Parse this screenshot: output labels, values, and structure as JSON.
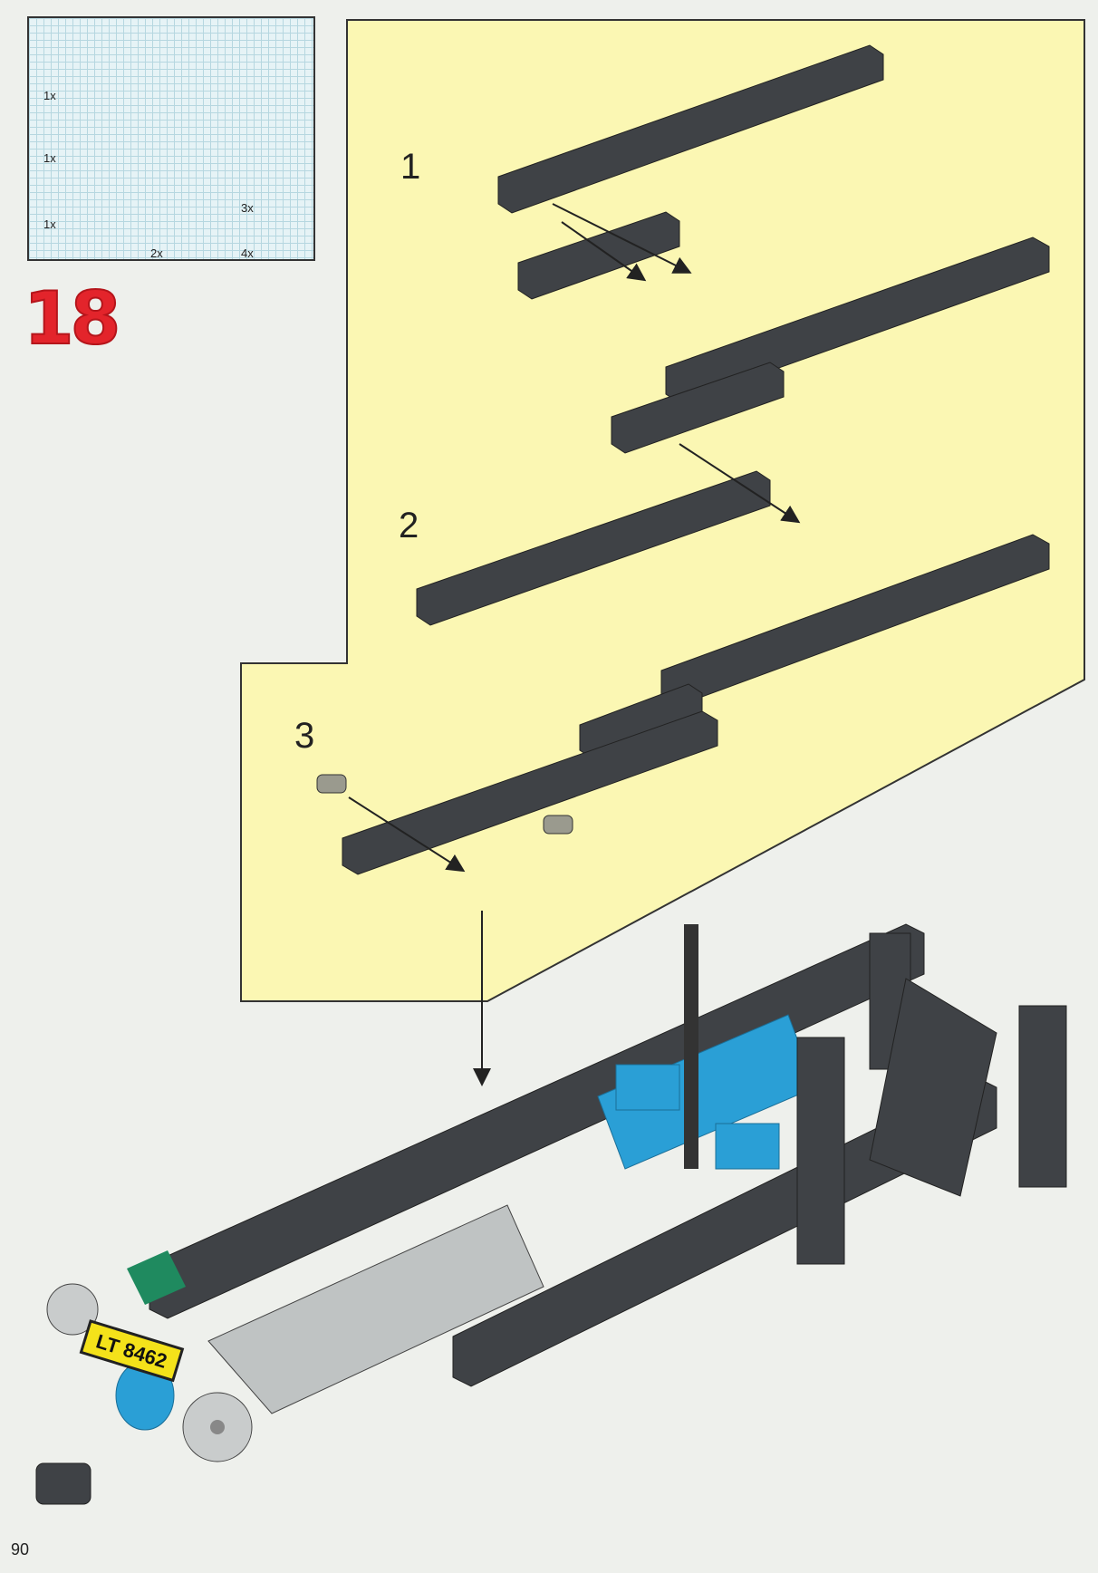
{
  "step": {
    "number": "18"
  },
  "parts": [
    {
      "qty": "1x"
    },
    {
      "qty": "1x"
    },
    {
      "qty": "1x"
    },
    {
      "qty": "3x"
    },
    {
      "qty": "2x"
    },
    {
      "qty": "4x"
    }
  ],
  "substeps": [
    "1",
    "2",
    "3"
  ],
  "license_plate": "LT 8462",
  "page_number": "90",
  "colors": {
    "callout_bg": "#fbf7b3",
    "brick_dark": "#3f4246",
    "brick_blue": "#2a9fd6",
    "step_red": "#e3242b",
    "plate_yellow": "#f4e21a"
  }
}
